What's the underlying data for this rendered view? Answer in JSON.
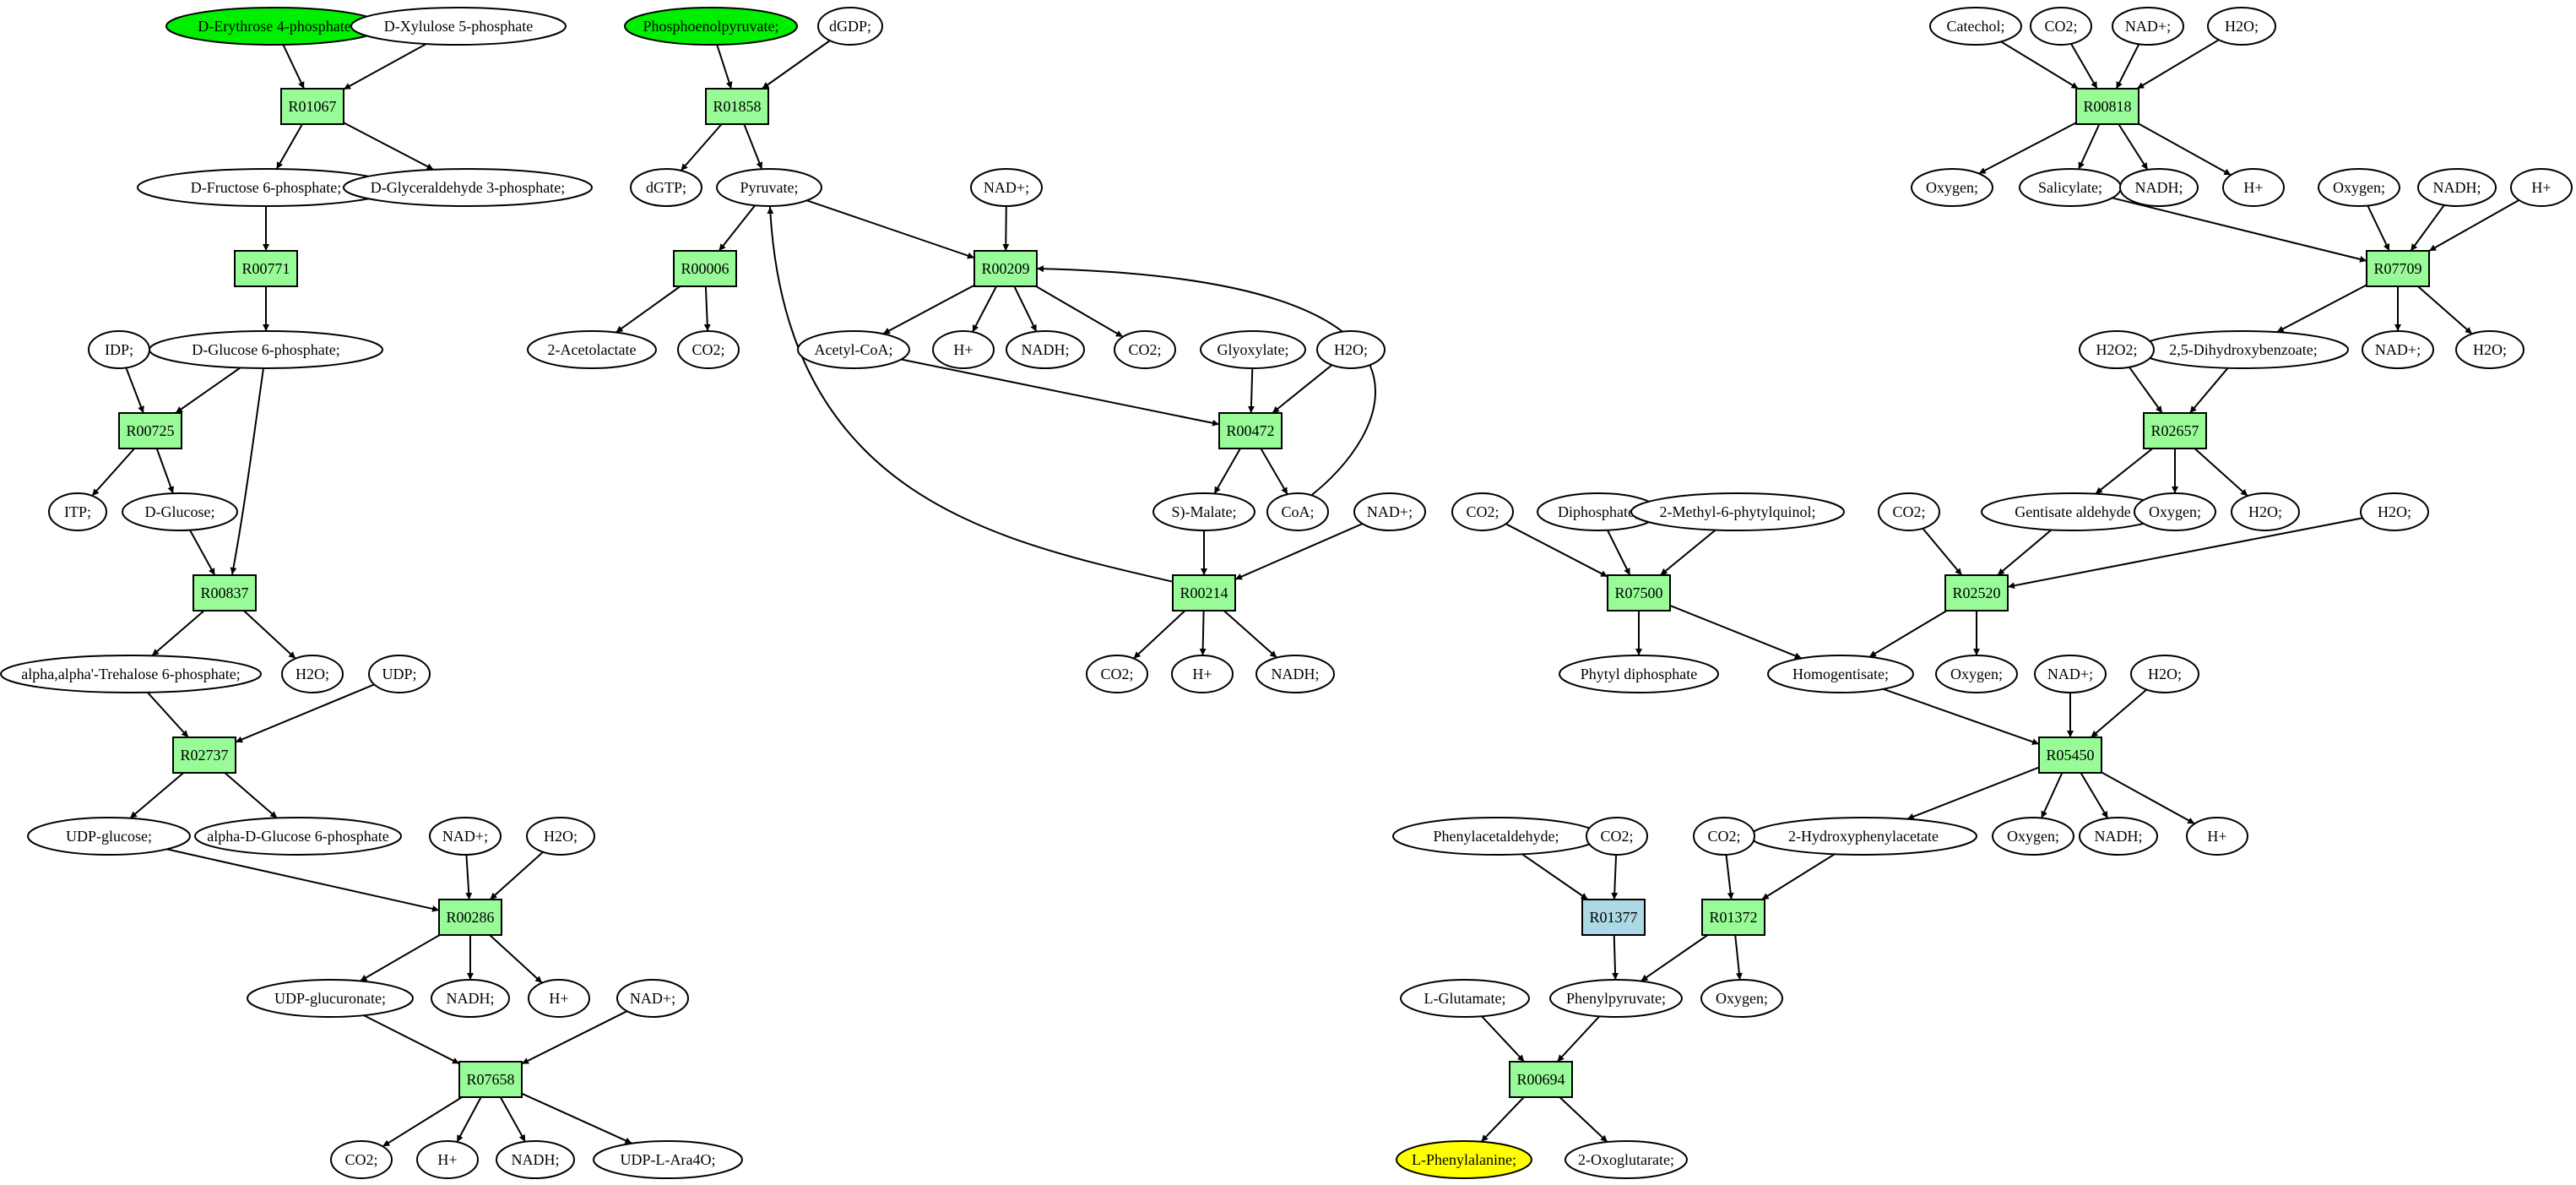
{
  "colors": {
    "background": "#ffffff",
    "ellipse_default": "#ffffff",
    "start": "#00ee00",
    "target": "#ffff00",
    "reaction": "#98fb98",
    "reaction_alt": "#add8e6",
    "stroke": "#000000"
  },
  "nodes": [
    {
      "id": "e4p",
      "label": "D-Erythrose 4-phosphate",
      "kind": "start"
    },
    {
      "id": "x5p",
      "label": "D-Xylulose 5-phosphate",
      "kind": "compound"
    },
    {
      "id": "R01067",
      "label": "R01067",
      "kind": "reaction"
    },
    {
      "id": "f6p",
      "label": "D-Fructose 6-phosphate;",
      "kind": "compound"
    },
    {
      "id": "g3p",
      "label": "D-Glyceraldehyde 3-phosphate;",
      "kind": "compound"
    },
    {
      "id": "R00771",
      "label": "R00771",
      "kind": "reaction"
    },
    {
      "id": "g6p",
      "label": "D-Glucose 6-phosphate;",
      "kind": "compound"
    },
    {
      "id": "idp",
      "label": "IDP;",
      "kind": "compound"
    },
    {
      "id": "R00725",
      "label": "R00725",
      "kind": "reaction"
    },
    {
      "id": "itp",
      "label": "ITP;",
      "kind": "compound"
    },
    {
      "id": "dglc",
      "label": "D-Glucose;",
      "kind": "compound"
    },
    {
      "id": "R00837",
      "label": "R00837",
      "kind": "reaction"
    },
    {
      "id": "tre6p",
      "label": "alpha,alpha'-Trehalose 6-phosphate;",
      "kind": "compound"
    },
    {
      "id": "h2o_a",
      "label": "H2O;",
      "kind": "compound"
    },
    {
      "id": "udp_a",
      "label": "UDP;",
      "kind": "compound"
    },
    {
      "id": "R02737",
      "label": "R02737",
      "kind": "reaction"
    },
    {
      "id": "udpglc",
      "label": "UDP-glucose;",
      "kind": "compound"
    },
    {
      "id": "ag6p",
      "label": "alpha-D-Glucose 6-phosphate",
      "kind": "compound"
    },
    {
      "id": "nad_a",
      "label": "NAD+;",
      "kind": "compound"
    },
    {
      "id": "h2o_b",
      "label": "H2O;",
      "kind": "compound"
    },
    {
      "id": "R00286",
      "label": "R00286",
      "kind": "reaction"
    },
    {
      "id": "udpgla",
      "label": "UDP-glucuronate;",
      "kind": "compound"
    },
    {
      "id": "nadh_a",
      "label": "NADH;",
      "kind": "compound"
    },
    {
      "id": "hplus_a",
      "label": "H+",
      "kind": "compound"
    },
    {
      "id": "nad_b",
      "label": "NAD+;",
      "kind": "compound"
    },
    {
      "id": "R07658",
      "label": "R07658",
      "kind": "reaction"
    },
    {
      "id": "co2_a",
      "label": "CO2;",
      "kind": "compound"
    },
    {
      "id": "hplus_b",
      "label": "H+",
      "kind": "compound"
    },
    {
      "id": "nadh_b",
      "label": "NADH;",
      "kind": "compound"
    },
    {
      "id": "udpara",
      "label": "UDP-L-Ara4O;",
      "kind": "compound"
    },
    {
      "id": "pep",
      "label": "Phosphoenolpyruvate;",
      "kind": "start"
    },
    {
      "id": "dgdp",
      "label": "dGDP;",
      "kind": "compound"
    },
    {
      "id": "R01858",
      "label": "R01858",
      "kind": "reaction"
    },
    {
      "id": "dgtp",
      "label": "dGTP;",
      "kind": "compound"
    },
    {
      "id": "pyr",
      "label": "Pyruvate;",
      "kind": "compound"
    },
    {
      "id": "R00006",
      "label": "R00006",
      "kind": "reaction"
    },
    {
      "id": "acl",
      "label": "2-Acetolactate",
      "kind": "compound"
    },
    {
      "id": "co2_b",
      "label": "CO2;",
      "kind": "compound"
    },
    {
      "id": "nad_c",
      "label": "NAD+;",
      "kind": "compound"
    },
    {
      "id": "R00209",
      "label": "R00209",
      "kind": "reaction"
    },
    {
      "id": "accoa",
      "label": "Acetyl-CoA;",
      "kind": "compound"
    },
    {
      "id": "hplus_c",
      "label": "H+",
      "kind": "compound"
    },
    {
      "id": "nadh_c",
      "label": "NADH;",
      "kind": "compound"
    },
    {
      "id": "co2_c",
      "label": "CO2;",
      "kind": "compound"
    },
    {
      "id": "glx",
      "label": "Glyoxylate;",
      "kind": "compound"
    },
    {
      "id": "h2o_c",
      "label": "H2O;",
      "kind": "compound"
    },
    {
      "id": "R00472",
      "label": "R00472",
      "kind": "reaction"
    },
    {
      "id": "mal",
      "label": "S)-Malate;",
      "kind": "compound"
    },
    {
      "id": "coa",
      "label": "CoA;",
      "kind": "compound"
    },
    {
      "id": "nad_d",
      "label": "NAD+;",
      "kind": "compound"
    },
    {
      "id": "R00214",
      "label": "R00214",
      "kind": "reaction"
    },
    {
      "id": "co2_d",
      "label": "CO2;",
      "kind": "compound"
    },
    {
      "id": "hplus_d",
      "label": "H+",
      "kind": "compound"
    },
    {
      "id": "nadh_d",
      "label": "NADH;",
      "kind": "compound"
    },
    {
      "id": "catechol",
      "label": "Catechol;",
      "kind": "compound"
    },
    {
      "id": "co2_e",
      "label": "CO2;",
      "kind": "compound"
    },
    {
      "id": "nad_e",
      "label": "NAD+;",
      "kind": "compound"
    },
    {
      "id": "h2o_d",
      "label": "H2O;",
      "kind": "compound"
    },
    {
      "id": "R00818",
      "label": "R00818",
      "kind": "reaction"
    },
    {
      "id": "oxy_a",
      "label": "Oxygen;",
      "kind": "compound"
    },
    {
      "id": "sal",
      "label": "Salicylate;",
      "kind": "compound"
    },
    {
      "id": "nadh_e",
      "label": "NADH;",
      "kind": "compound"
    },
    {
      "id": "hplus_e",
      "label": "H+",
      "kind": "compound"
    },
    {
      "id": "oxy_b",
      "label": "Oxygen;",
      "kind": "compound"
    },
    {
      "id": "nadh_f",
      "label": "NADH;",
      "kind": "compound"
    },
    {
      "id": "hplus_f",
      "label": "H+",
      "kind": "compound"
    },
    {
      "id": "R07709",
      "label": "R07709",
      "kind": "reaction"
    },
    {
      "id": "dhb",
      "label": "2,5-Dihydroxybenzoate;",
      "kind": "compound"
    },
    {
      "id": "nad_f",
      "label": "NAD+;",
      "kind": "compound"
    },
    {
      "id": "h2o_e",
      "label": "H2O;",
      "kind": "compound"
    },
    {
      "id": "h2o2",
      "label": "H2O2;",
      "kind": "compound"
    },
    {
      "id": "R02657",
      "label": "R02657",
      "kind": "reaction"
    },
    {
      "id": "gald",
      "label": "Gentisate aldehyde",
      "kind": "compound"
    },
    {
      "id": "oxy_c",
      "label": "Oxygen;",
      "kind": "compound"
    },
    {
      "id": "h2o_f",
      "label": "H2O;",
      "kind": "compound"
    },
    {
      "id": "co2_f",
      "label": "CO2;",
      "kind": "compound"
    },
    {
      "id": "diph",
      "label": "Diphosphate;",
      "kind": "compound"
    },
    {
      "id": "mpq",
      "label": "2-Methyl-6-phytylquinol;",
      "kind": "compound"
    },
    {
      "id": "R07500",
      "label": "R07500",
      "kind": "reaction"
    },
    {
      "id": "phdp",
      "label": "Phytyl diphosphate",
      "kind": "compound"
    },
    {
      "id": "co2_g",
      "label": "CO2;",
      "kind": "compound"
    },
    {
      "id": "h2o_g",
      "label": "H2O;",
      "kind": "compound"
    },
    {
      "id": "R02520",
      "label": "R02520",
      "kind": "reaction"
    },
    {
      "id": "hga",
      "label": "Homogentisate;",
      "kind": "compound"
    },
    {
      "id": "oxy_d",
      "label": "Oxygen;",
      "kind": "compound"
    },
    {
      "id": "nad_g",
      "label": "NAD+;",
      "kind": "compound"
    },
    {
      "id": "h2o_h",
      "label": "H2O;",
      "kind": "compound"
    },
    {
      "id": "R05450",
      "label": "R05450",
      "kind": "reaction"
    },
    {
      "id": "hpa",
      "label": "2-Hydroxyphenylacetate",
      "kind": "compound"
    },
    {
      "id": "oxy_e",
      "label": "Oxygen;",
      "kind": "compound"
    },
    {
      "id": "nadh_g",
      "label": "NADH;",
      "kind": "compound"
    },
    {
      "id": "hplus_g",
      "label": "H+",
      "kind": "compound"
    },
    {
      "id": "phald",
      "label": "Phenylacetaldehyde;",
      "kind": "compound"
    },
    {
      "id": "co2_h",
      "label": "CO2;",
      "kind": "compound"
    },
    {
      "id": "co2_i",
      "label": "CO2;",
      "kind": "compound"
    },
    {
      "id": "R01377",
      "label": "R01377",
      "kind": "reaction_alt"
    },
    {
      "id": "R01372",
      "label": "R01372",
      "kind": "reaction"
    },
    {
      "id": "lglu",
      "label": "L-Glutamate;",
      "kind": "compound"
    },
    {
      "id": "phpyr",
      "label": "Phenylpyruvate;",
      "kind": "compound"
    },
    {
      "id": "oxy_f",
      "label": "Oxygen;",
      "kind": "compound"
    },
    {
      "id": "R00694",
      "label": "R00694",
      "kind": "reaction"
    },
    {
      "id": "lphe",
      "label": "L-Phenylalanine;",
      "kind": "target"
    },
    {
      "id": "akg",
      "label": "2-Oxoglutarate;",
      "kind": "compound"
    }
  ],
  "edges": [
    [
      "e4p",
      "R01067"
    ],
    [
      "x5p",
      "R01067"
    ],
    [
      "R01067",
      "f6p"
    ],
    [
      "R01067",
      "g3p"
    ],
    [
      "f6p",
      "R00771"
    ],
    [
      "R00771",
      "g6p"
    ],
    [
      "idp",
      "R00725"
    ],
    [
      "g6p",
      "R00725"
    ],
    [
      "R00725",
      "itp"
    ],
    [
      "R00725",
      "dglc"
    ],
    [
      "dglc",
      "R00837"
    ],
    [
      "g6p",
      "R00837"
    ],
    [
      "R00837",
      "tre6p"
    ],
    [
      "R00837",
      "h2o_a"
    ],
    [
      "tre6p",
      "R02737"
    ],
    [
      "udp_a",
      "R02737"
    ],
    [
      "R02737",
      "udpglc"
    ],
    [
      "R02737",
      "ag6p"
    ],
    [
      "udpglc",
      "R00286"
    ],
    [
      "nad_a",
      "R00286"
    ],
    [
      "h2o_b",
      "R00286"
    ],
    [
      "R00286",
      "udpgla"
    ],
    [
      "R00286",
      "nadh_a"
    ],
    [
      "R00286",
      "hplus_a"
    ],
    [
      "udpgla",
      "R07658"
    ],
    [
      "nad_b",
      "R07658"
    ],
    [
      "R07658",
      "co2_a"
    ],
    [
      "R07658",
      "hplus_b"
    ],
    [
      "R07658",
      "nadh_b"
    ],
    [
      "R07658",
      "udpara"
    ],
    [
      "pep",
      "R01858"
    ],
    [
      "dgdp",
      "R01858"
    ],
    [
      "R01858",
      "dgtp"
    ],
    [
      "R01858",
      "pyr"
    ],
    [
      "pyr",
      "R00006"
    ],
    [
      "R00006",
      "acl"
    ],
    [
      "R00006",
      "co2_b"
    ],
    [
      "pyr",
      "R00209"
    ],
    [
      "nad_c",
      "R00209"
    ],
    [
      "coa",
      "R00209"
    ],
    [
      "R00209",
      "accoa"
    ],
    [
      "R00209",
      "hplus_c"
    ],
    [
      "R00209",
      "nadh_c"
    ],
    [
      "R00209",
      "co2_c"
    ],
    [
      "accoa",
      "R00472"
    ],
    [
      "glx",
      "R00472"
    ],
    [
      "h2o_c",
      "R00472"
    ],
    [
      "R00472",
      "mal"
    ],
    [
      "R00472",
      "coa"
    ],
    [
      "mal",
      "R00214"
    ],
    [
      "nad_d",
      "R00214"
    ],
    [
      "R00214",
      "pyr"
    ],
    [
      "R00214",
      "co2_d"
    ],
    [
      "R00214",
      "hplus_d"
    ],
    [
      "R00214",
      "nadh_d"
    ],
    [
      "catechol",
      "R00818"
    ],
    [
      "co2_e",
      "R00818"
    ],
    [
      "nad_e",
      "R00818"
    ],
    [
      "h2o_d",
      "R00818"
    ],
    [
      "R00818",
      "oxy_a"
    ],
    [
      "R00818",
      "sal"
    ],
    [
      "R00818",
      "nadh_e"
    ],
    [
      "R00818",
      "hplus_e"
    ],
    [
      "sal",
      "R07709"
    ],
    [
      "oxy_b",
      "R07709"
    ],
    [
      "nadh_f",
      "R07709"
    ],
    [
      "hplus_f",
      "R07709"
    ],
    [
      "R07709",
      "dhb"
    ],
    [
      "R07709",
      "nad_f"
    ],
    [
      "R07709",
      "h2o_e"
    ],
    [
      "h2o2",
      "R02657"
    ],
    [
      "dhb",
      "R02657"
    ],
    [
      "R02657",
      "gald"
    ],
    [
      "R02657",
      "oxy_c"
    ],
    [
      "R02657",
      "h2o_f"
    ],
    [
      "co2_g",
      "R02520"
    ],
    [
      "gald",
      "R02520"
    ],
    [
      "h2o_g",
      "R02520"
    ],
    [
      "R02520",
      "hga"
    ],
    [
      "R02520",
      "oxy_d"
    ],
    [
      "co2_f",
      "R07500"
    ],
    [
      "diph",
      "R07500"
    ],
    [
      "mpq",
      "R07500"
    ],
    [
      "R07500",
      "phdp"
    ],
    [
      "R07500",
      "hga"
    ],
    [
      "hga",
      "R05450"
    ],
    [
      "nad_g",
      "R05450"
    ],
    [
      "h2o_h",
      "R05450"
    ],
    [
      "R05450",
      "hpa"
    ],
    [
      "R05450",
      "oxy_e"
    ],
    [
      "R05450",
      "nadh_g"
    ],
    [
      "R05450",
      "hplus_g"
    ],
    [
      "phald",
      "R01377"
    ],
    [
      "co2_h",
      "R01377"
    ],
    [
      "R01377",
      "phpyr"
    ],
    [
      "co2_i",
      "R01372"
    ],
    [
      "hpa",
      "R01372"
    ],
    [
      "R01372",
      "phpyr"
    ],
    [
      "R01372",
      "oxy_f"
    ],
    [
      "lglu",
      "R00694"
    ],
    [
      "phpyr",
      "R00694"
    ],
    [
      "R00694",
      "lphe"
    ],
    [
      "R00694",
      "akg"
    ]
  ]
}
